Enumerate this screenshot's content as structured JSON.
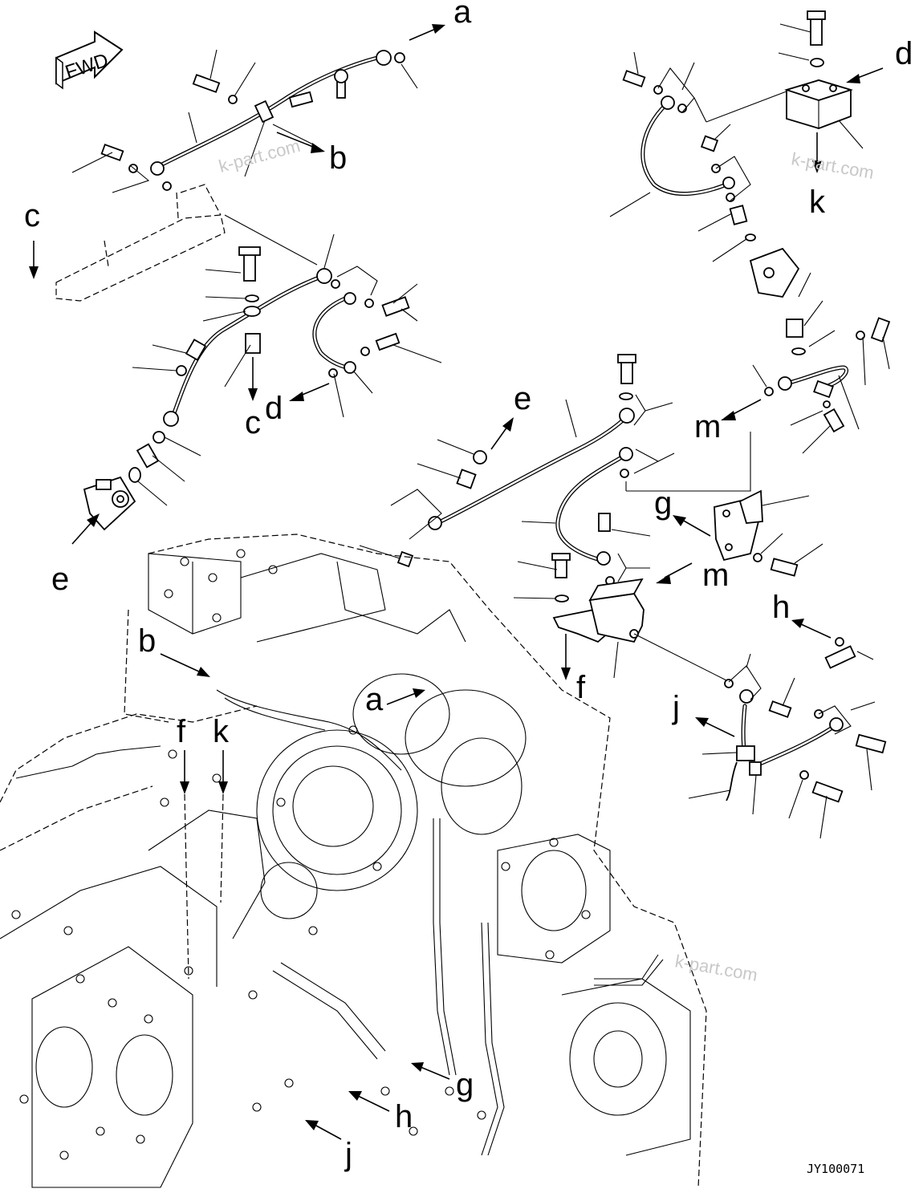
{
  "diagram": {
    "direction_sign": "FWD",
    "drawing_code": "JY100071",
    "watermarks": [
      "k-part.com",
      "k-part.com",
      "k-part.com"
    ],
    "reference_letters": {
      "a_top": "a",
      "a_engine": "a",
      "b_top": "b",
      "b_engine": "b",
      "c_left": "c",
      "c_mid": "c",
      "d_mid": "d",
      "d_right": "d",
      "e_mid": "e",
      "e_left": "e",
      "f_engine": "f",
      "f_bracket": "f",
      "g_bracket": "g",
      "g_engine": "g",
      "h_right": "h",
      "h_engine": "h",
      "j_right": "j",
      "j_engine": "j",
      "k_right": "k",
      "k_engine": "k",
      "m_top": "m",
      "m_bottom": "m"
    }
  }
}
